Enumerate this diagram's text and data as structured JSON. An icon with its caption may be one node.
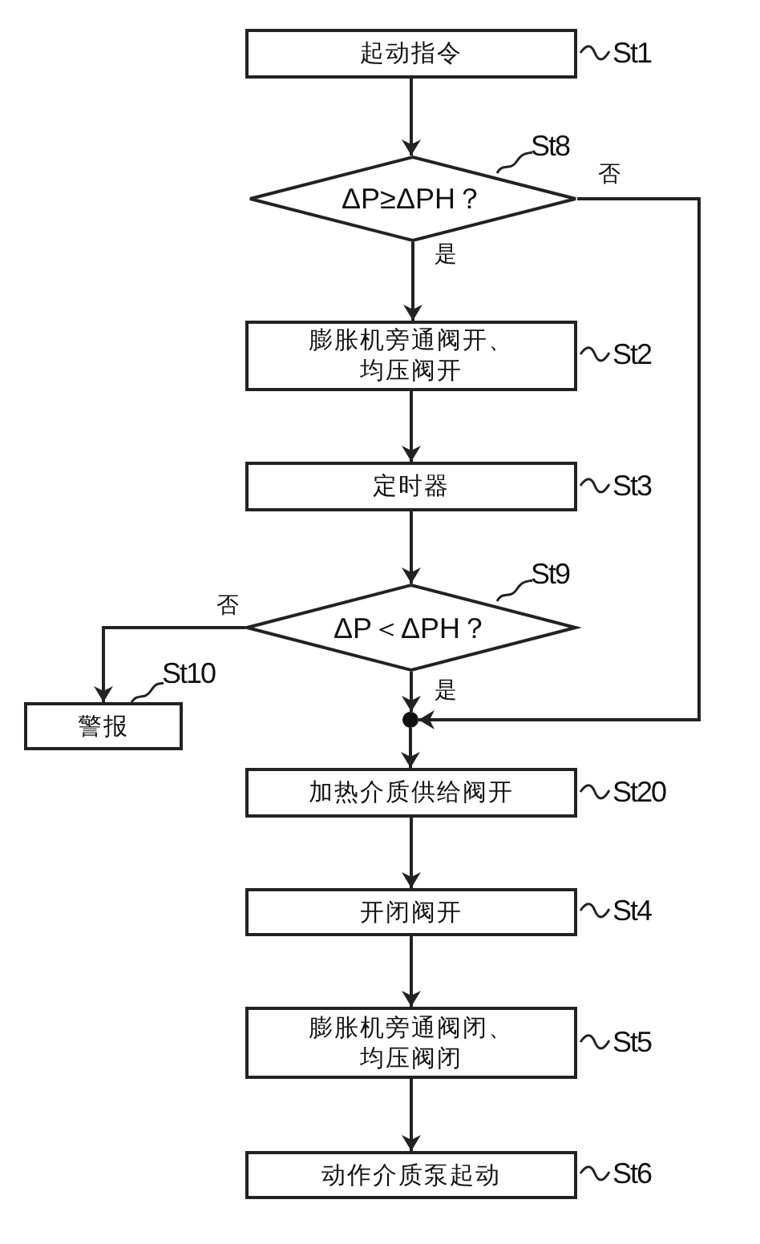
{
  "diagram": {
    "nodes": [
      {
        "text": [
          "起动指令"
        ],
        "beside": [
          "St1"
        ]
      },
      {
        "text": [
          "ΔP≥ΔPH？"
        ],
        "beside": [
          "St8"
        ]
      },
      {
        "text": [
          "膨胀机旁通阀开、均压阀开"
        ],
        "beside": [
          "St2"
        ]
      },
      {
        "text": [
          "定时器"
        ],
        "beside": [
          "St3"
        ]
      },
      {
        "text": [
          "ΔP＜ΔPH？"
        ],
        "beside": [
          "St9"
        ]
      },
      {
        "text": [
          "警报"
        ],
        "beside": [
          "St10"
        ]
      },
      {
        "text": [],
        "shape": "circle"
      },
      {
        "text": [
          "加热介质供给阀开"
        ],
        "beside": [
          "St20"
        ]
      },
      {
        "text": [
          "开闭阀开"
        ],
        "beside": [
          "St4"
        ]
      },
      {
        "text": [
          "膨胀机旁通阀闭、均压阀闭"
        ],
        "beside": [
          "St5"
        ]
      },
      {
        "text": [
          "动作介质泵起动"
        ],
        "beside": [
          "St6"
        ]
      }
    ],
    "edges": [
      {
        "from": 0,
        "to": 1,
        "arrow": "to"
      },
      {
        "from": 1,
        "to": 2,
        "arrow": "to",
        "label": "是"
      },
      {
        "from": 1,
        "to": 6,
        "arrow": "to",
        "label": "否"
      },
      {
        "from": 2,
        "to": 3,
        "arrow": "to"
      },
      {
        "from": 3,
        "to": 4,
        "arrow": "to"
      },
      {
        "from": 4,
        "to": 5,
        "arrow": "to",
        "label": "否"
      },
      {
        "from": 4,
        "to": 6,
        "arrow": "to",
        "label": "是"
      },
      {
        "from": 6,
        "to": 7,
        "arrow": "to"
      },
      {
        "from": 7,
        "to": 8,
        "arrow": "to"
      },
      {
        "from": 8,
        "to": 9,
        "arrow": "to"
      },
      {
        "from": 9,
        "to": 10,
        "arrow": "to"
      }
    ]
  }
}
